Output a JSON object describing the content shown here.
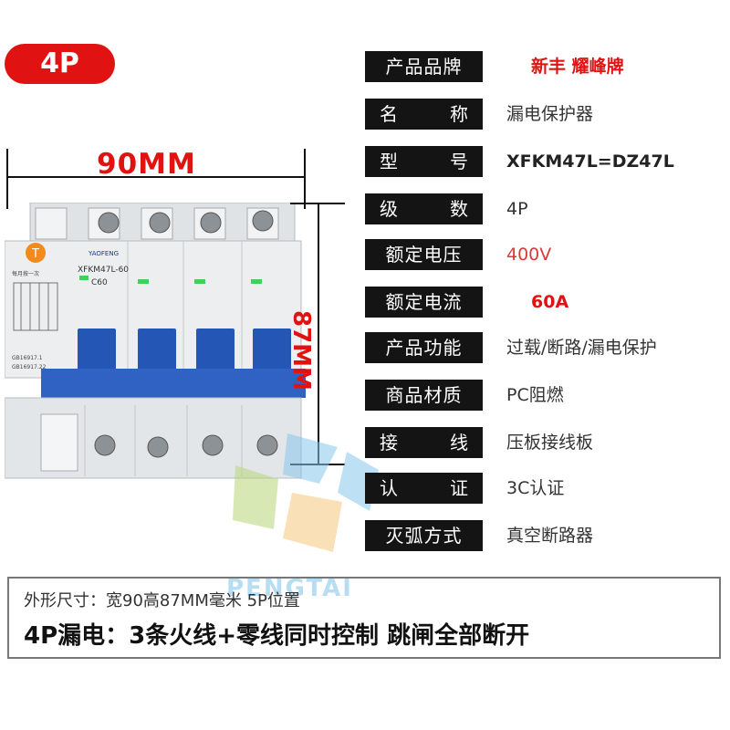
{
  "badge": {
    "label": "4P"
  },
  "dimensions": {
    "width_label": "90MM",
    "height_label": "87MM"
  },
  "product": {
    "model_label": "XFKM47L-60",
    "rating_label": "C60",
    "brand_mark": "YAOFENG",
    "test_button": "T",
    "left_text_1": "每月按一次",
    "left_text_2": "GB16917.1",
    "left_text_3": "GB16917.22"
  },
  "specs": [
    {
      "label": [
        "产品品牌"
      ],
      "value": "新丰 耀峰牌",
      "style": "red"
    },
    {
      "label": [
        "名",
        "称"
      ],
      "value": "漏电保护器",
      "style": "normal"
    },
    {
      "label": [
        "型",
        "号"
      ],
      "value": "XFKM47L=DZ47L",
      "style": "bold"
    },
    {
      "label": [
        "级",
        "数"
      ],
      "value": "4P",
      "style": "normal"
    },
    {
      "label": [
        "额定电压"
      ],
      "value": "400V",
      "style": "redthin"
    },
    {
      "label": [
        "额定电流"
      ],
      "value": "60A",
      "style": "red"
    },
    {
      "label": [
        "产品功能"
      ],
      "value": "过载/断路/漏电保护",
      "style": "normal"
    },
    {
      "label": [
        "商品材质"
      ],
      "value": "PC阻燃",
      "style": "normal"
    },
    {
      "label": [
        "接",
        "线"
      ],
      "value": "压板接线板",
      "style": "normal"
    },
    {
      "label": [
        "认",
        "证"
      ],
      "value": "3C认证",
      "style": "normal"
    },
    {
      "label": [
        "灭弧方式"
      ],
      "value": "真空断路器",
      "style": "normal"
    }
  ],
  "bottom": {
    "line1": "外形尺寸：宽90高87MM毫米  5P位置",
    "line2": "4P漏电：3条火线+零线同时控制  跳闸全部断开"
  },
  "watermark": {
    "text": "PENGTAI"
  }
}
